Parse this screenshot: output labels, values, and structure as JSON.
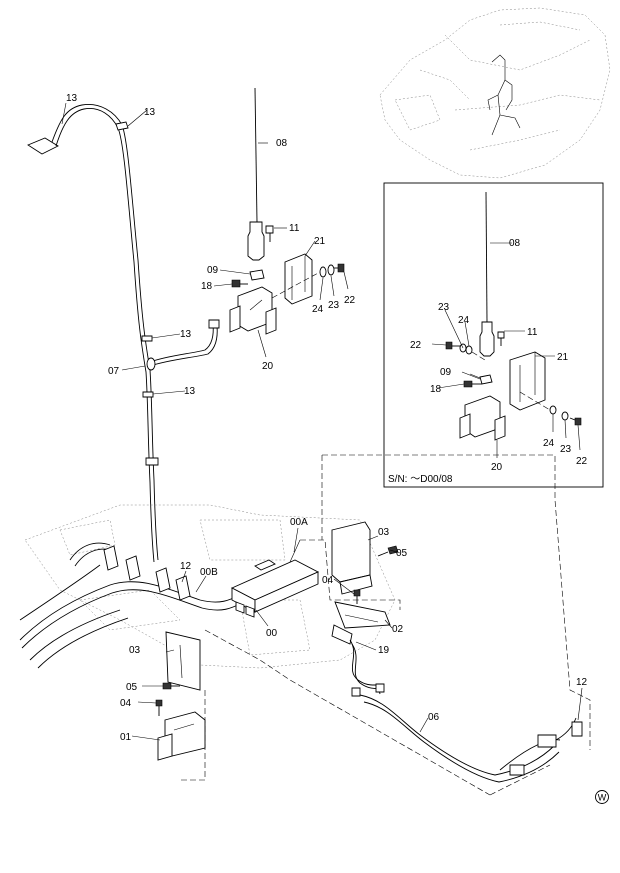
{
  "labels": {
    "l13a": "13",
    "l13b": "13",
    "l13c": "13",
    "l13d": "13",
    "l08a": "08",
    "l11a": "11",
    "l21a": "21",
    "l09a": "09",
    "l18a": "18",
    "l24a": "24",
    "l23a": "23",
    "l22a": "22",
    "l20a": "20",
    "l07": "07",
    "l00A": "00A",
    "l03a": "03",
    "l05a": "05",
    "l04a": "04",
    "l02": "02",
    "l12a": "12",
    "l00B": "00B",
    "l00": "00",
    "l19": "19",
    "l03b": "03",
    "l05b": "05",
    "l04b": "04",
    "l01": "01",
    "l06": "06",
    "l12b": "12",
    "l08b": "08",
    "l11b": "11",
    "l23b": "23",
    "l24b": "24",
    "l22b": "22",
    "l21b": "21",
    "l09b": "09",
    "l18b": "18",
    "l20b": "20",
    "l24c": "24",
    "l23c": "23",
    "l22c": "22"
  },
  "serial_note": "S/N: ～D00/08",
  "corner_mark": "W"
}
